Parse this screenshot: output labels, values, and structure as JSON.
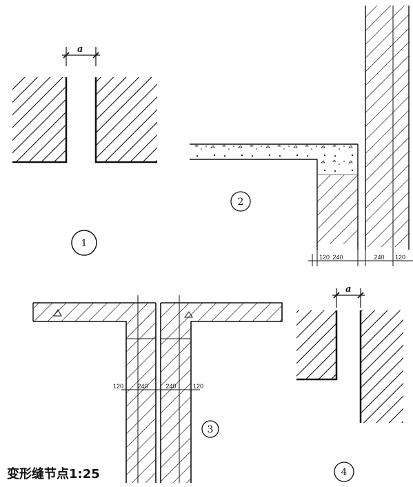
{
  "title": "变形缝节点1:25",
  "gap_label": "a",
  "details": {
    "d1": {
      "marker": "1"
    },
    "d2": {
      "marker": "2",
      "dims": [
        "120",
        "240",
        "240",
        "120"
      ]
    },
    "d3": {
      "marker": "3",
      "dims": [
        "120",
        "240",
        "240",
        "120"
      ]
    },
    "d4": {
      "marker": "4"
    }
  },
  "colors": {
    "ink": "#111111",
    "paper": "#ffffff"
  }
}
